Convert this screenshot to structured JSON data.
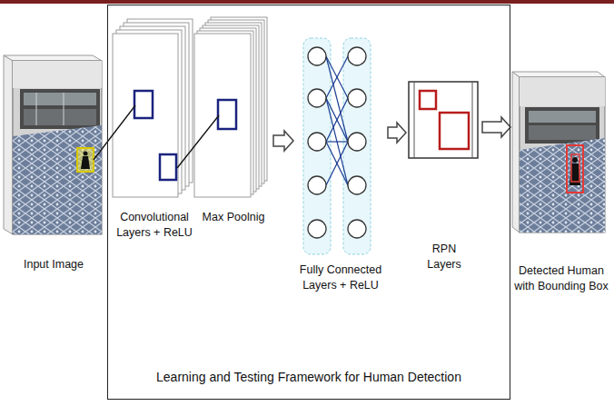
{
  "diagram": {
    "nodes": [
      {
        "text": [
          "Input Image"
        ]
      },
      {
        "text": [
          "Learning and Testing Framework for Human Detection"
        ]
      },
      {
        "text": [
          "Convolutional Layers + ReLU"
        ],
        "in": 1
      },
      {
        "text": [
          "Max Poolnig"
        ],
        "in": 1
      },
      {
        "text": [
          "Fully Connected Layers + ReLU"
        ],
        "in": 1
      },
      {
        "text": [
          "RPN Layers"
        ],
        "in": 1
      },
      {
        "text": [
          "Detected Human with Bounding Box"
        ]
      }
    ],
    "edges": [
      {
        "from": 0,
        "to": 2,
        "arrow": "none"
      },
      {
        "from": 2,
        "to": 3,
        "arrow": "none"
      },
      {
        "from": 3,
        "to": 4,
        "arrow": "to"
      },
      {
        "from": 4,
        "to": 5,
        "arrow": "to"
      },
      {
        "from": 5,
        "to": 6,
        "arrow": "to"
      }
    ]
  }
}
